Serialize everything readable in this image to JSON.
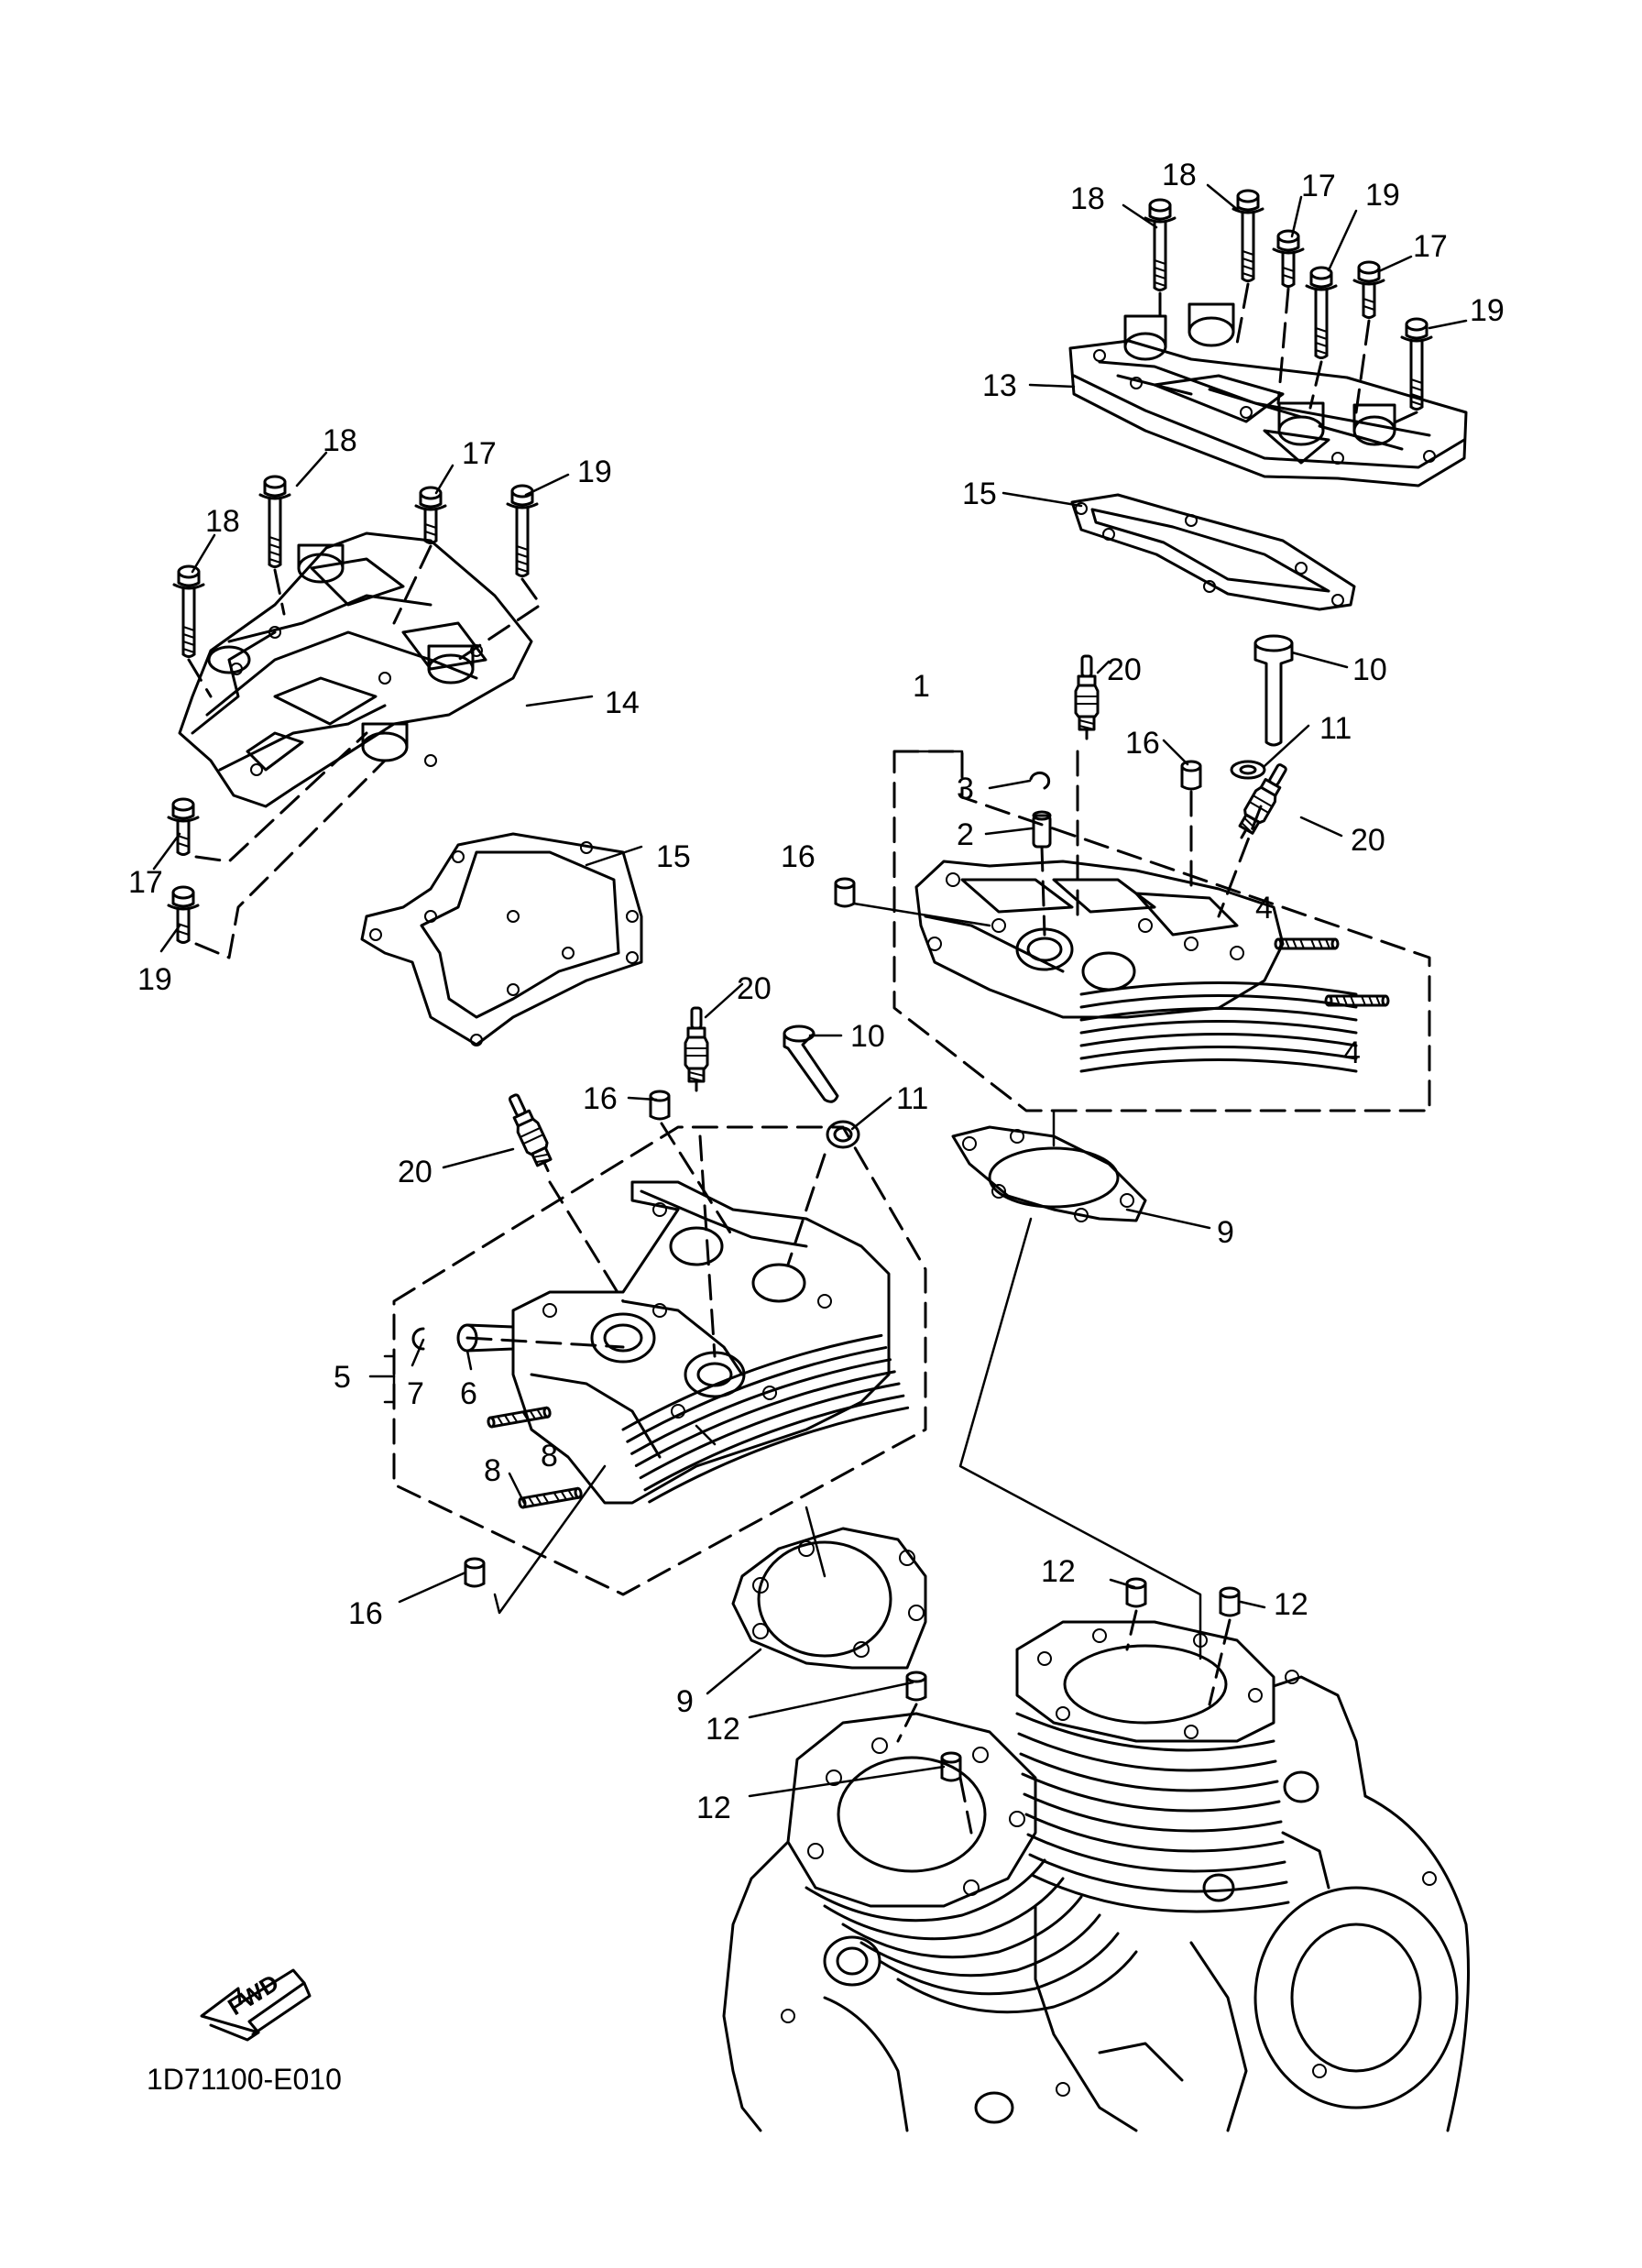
{
  "callouts": {
    "c18a": "18",
    "c18b": "18",
    "c17a": "17",
    "c19a": "19",
    "c17b": "17",
    "c19b": "19",
    "c13": "13",
    "c18c": "18",
    "c17c": "17",
    "c19c": "19",
    "c18d": "18",
    "c14": "14",
    "c17d": "17",
    "c19d": "19",
    "c15a": "15",
    "c15b": "15",
    "c1": "1",
    "c20a": "20",
    "c10a": "10",
    "c16a": "16",
    "c11a": "11",
    "c3": "3",
    "c2": "2",
    "c20b": "20",
    "c16b": "16",
    "c4a": "4",
    "c4b": "4",
    "c20c": "20",
    "c10b": "10",
    "c16c": "16",
    "c11b": "11",
    "c20d": "20",
    "c9a": "9",
    "c5": "5",
    "c7": "7",
    "c6": "6",
    "c8a": "8",
    "c8b": "8",
    "c12a": "12",
    "c12b": "12",
    "c16d": "16",
    "c9b": "9",
    "c12c": "12",
    "c12d": "12"
  },
  "fwd_label": "FWD",
  "diagram_code": "1D71100-E010"
}
